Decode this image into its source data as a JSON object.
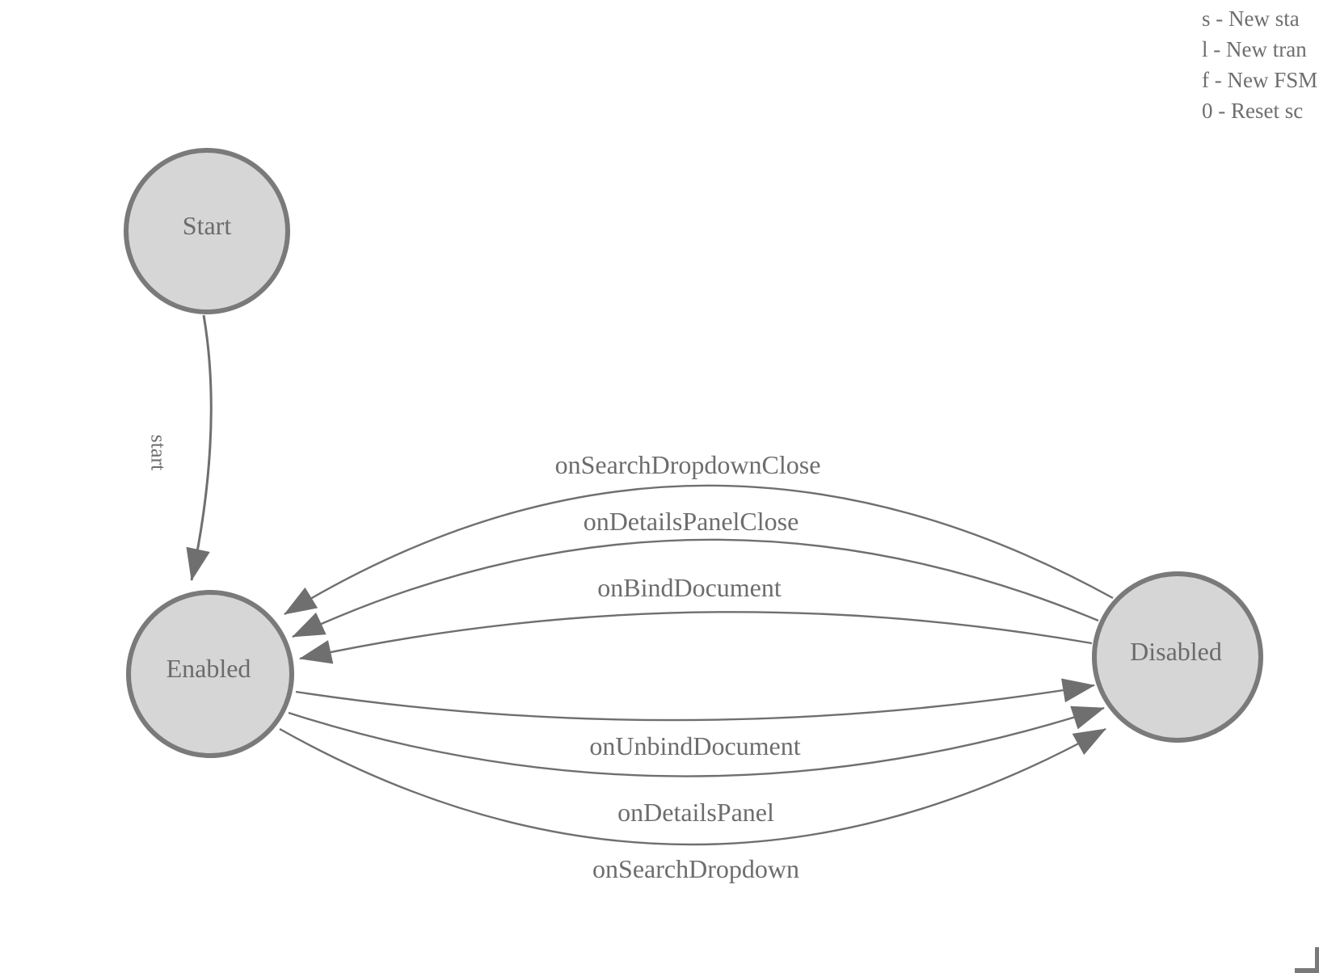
{
  "states": {
    "start": "Start",
    "enabled": "Enabled",
    "disabled": "Disabled"
  },
  "edges": {
    "start": "start",
    "search_dropdown_close": "onSearchDropdownClose",
    "details_panel_close": "onDetailsPanelClose",
    "bind_document": "onBindDocument",
    "unbind_document": "onUnbindDocument",
    "details_panel": "onDetailsPanel",
    "search_dropdown": "onSearchDropdown"
  },
  "legend": {
    "line1": "s - New sta",
    "line2": "l - New tran",
    "line3": "f - New FSM",
    "line4": "0 - Reset sc"
  },
  "colors": {
    "state_fill": "#d6d6d6",
    "state_border": "#7a7a7a",
    "edge": "#6f6f6f",
    "text": "#6b6b6b"
  }
}
